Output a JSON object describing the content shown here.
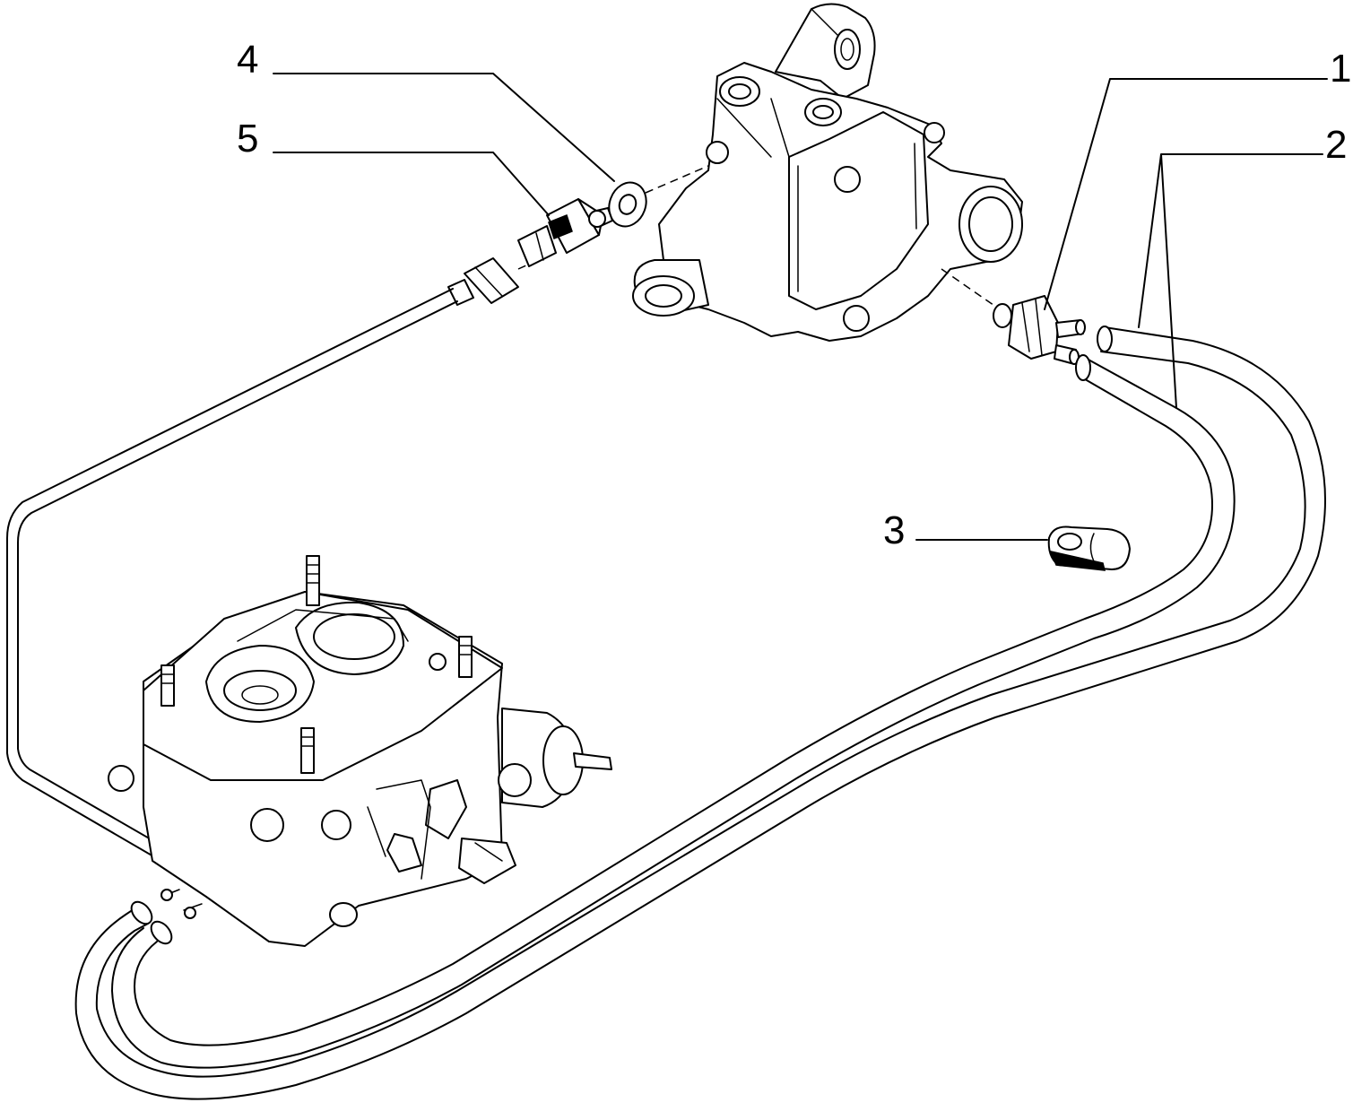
{
  "callouts": {
    "part_1": "1",
    "part_2": "2",
    "part_3": "3",
    "part_4": "4",
    "part_5": "5"
  }
}
